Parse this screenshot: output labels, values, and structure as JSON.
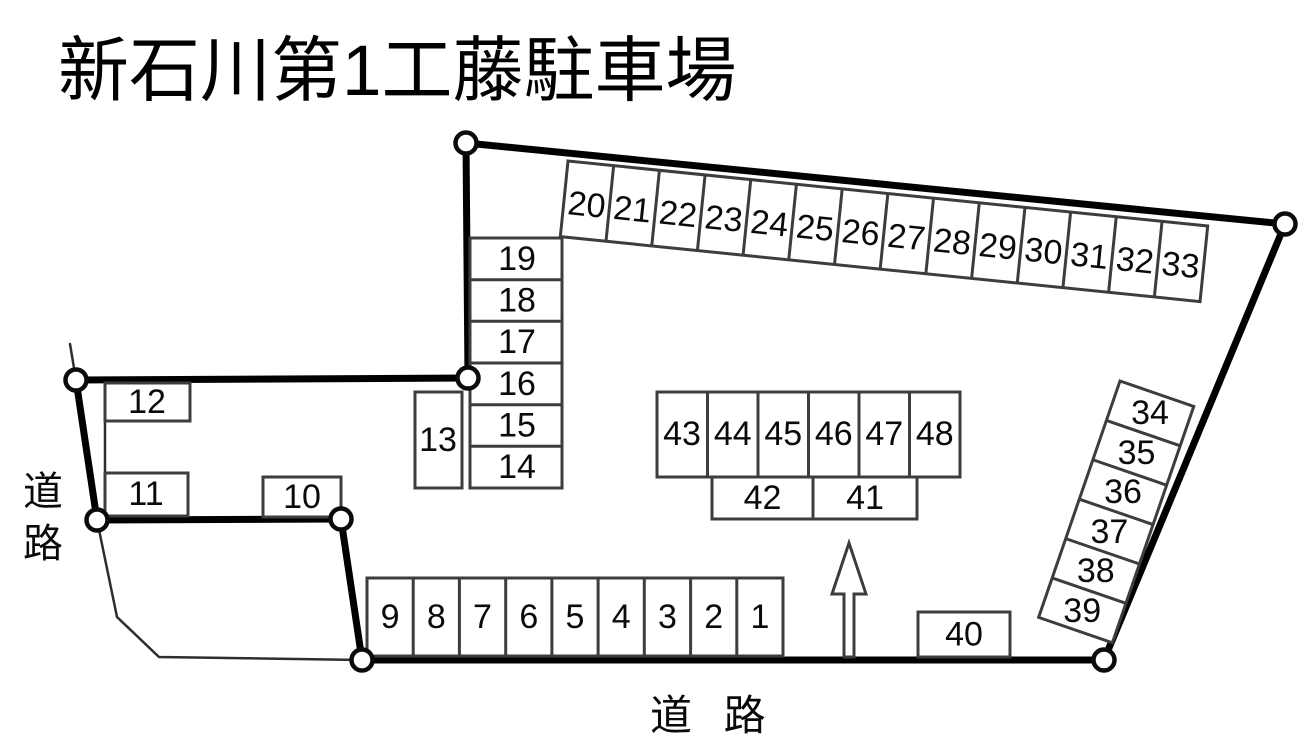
{
  "title": "新石川第1工藤駐車場",
  "labels": {
    "road_left": "道路",
    "road_bottom": "道 路"
  },
  "colors": {
    "background": "#ffffff",
    "boundary_line": "#000000",
    "space_outline": "#3d3d3d",
    "text": "#0a0a0a"
  },
  "spaces": {
    "top_row": [
      "20",
      "21",
      "22",
      "23",
      "24",
      "25",
      "26",
      "27",
      "28",
      "29",
      "30",
      "31",
      "32",
      "33"
    ],
    "left_column": [
      "19",
      "18",
      "17",
      "16",
      "15",
      "14"
    ],
    "s13": "13",
    "left_singles": [
      "12",
      "11",
      "10"
    ],
    "middle_row": [
      "43",
      "44",
      "45",
      "46",
      "47",
      "48"
    ],
    "middle_wide": [
      "42",
      "41"
    ],
    "bottom_row": [
      "9",
      "8",
      "7",
      "6",
      "5",
      "4",
      "3",
      "2",
      "1"
    ],
    "right_column": [
      "34",
      "35",
      "36",
      "37",
      "38",
      "39"
    ],
    "s40": "40"
  }
}
